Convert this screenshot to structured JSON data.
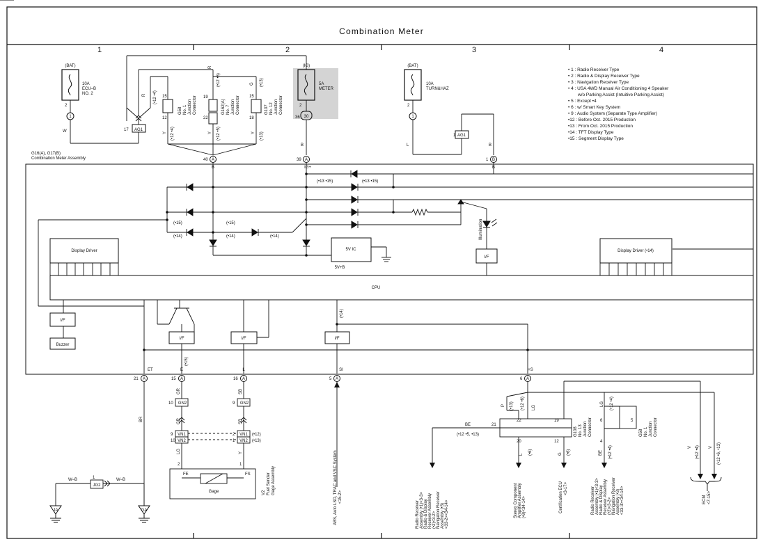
{
  "title": "Combination Meter",
  "columns": [
    "1",
    "2",
    "3",
    "4"
  ],
  "legend": [
    "• 1 : Radio Receiver Type",
    "• 2 : Radio & Display Receiver Type",
    "• 3 : Navigation Receiver Type",
    "• 4 : USA 4WD Manual Air Conditioning 4 Speaker",
    "w/o Parking Assist (Intuitive Parking Assist)",
    "• 5 : Except •4",
    "• 6 : w/ Smart Key System",
    "• 9 : Audio System (Separate Type Amplifier)",
    "•12 : Before Oct.  2015 Production",
    "•13 : From Oct.  2015 Production",
    "•14 : TFT Display Type",
    "•15 : Segment Display Type"
  ],
  "fuses": {
    "ecu_b": {
      "source": "(BAT)",
      "rating": "10A",
      "name1": "ECU–B",
      "name2": "NO. 2"
    },
    "meter": {
      "source": "(IG)",
      "rating": "5A",
      "name1": "METER"
    },
    "turn": {
      "source": "(BAT)",
      "rating": "10A",
      "name1": "TURN&HAZ"
    }
  },
  "assembly": {
    "line1": "G16(A), G17(B)",
    "line2": "Combination Meter Assembly"
  },
  "blocks": {
    "display_driver_left": "Display Driver",
    "display_driver_right": "Display Driver (•14)",
    "cpu": "CPU",
    "five_v_ic": "5V IC",
    "five_v_b": "5V+B",
    "if": "I/F",
    "buzzer": "Buzzer",
    "gage": "Gage",
    "illumination": "Illumination"
  },
  "junctions": {
    "g58": [
      "G58",
      "No. 1",
      "Junction",
      "Connector"
    ],
    "g162": [
      "G162(A)",
      "No. 7",
      "Junction",
      "Connector"
    ],
    "g107": [
      "G107",
      "No. 12",
      "Junction",
      "Connector"
    ],
    "g108": [
      "G108",
      "No. 13",
      "Junction",
      "Connector"
    ],
    "g58b": [
      "G58",
      "No. 1",
      "Junction",
      "Connector"
    ]
  },
  "pins": {
    "p40": "40",
    "p39": "39",
    "p1b": "1",
    "p21": "21",
    "p15": "15",
    "p16": "16",
    "p5": "5",
    "p6": "6",
    "pin_b": "B",
    "pin_igp": "IG+",
    "pin_et": "ET",
    "pin_e": "E",
    "pin_l": "L",
    "pin_si": "SI",
    "pin_plusS": "+S",
    "s_a": "A",
    "s_b": "B"
  },
  "connectors": {
    "ag1": "AG1",
    "gn2": "GN2",
    "vn1": "VN1",
    "vn2": "VN2",
    "jg2": "JG2",
    "one": "1",
    "thirty": "30"
  },
  "wires": {
    "r": "R",
    "g": "G",
    "y": "Y",
    "w": "W",
    "b": "B",
    "l": "L",
    "gr": "GR",
    "sb": "SB",
    "br": "BR",
    "lg": "LG",
    "be": "BE",
    "p": "P",
    "v": "V",
    "wb": "W–B"
  },
  "notes": {
    "n12_4": "(•12 •4)",
    "n12_5": "(•12 •5)",
    "n13": "(•13)",
    "n13_15": "(•13 •15)",
    "n15": "(•15)",
    "n14": "(•14)",
    "n12": "(•12)",
    "n6": "(•6)",
    "n12_6": "(•12 •6)",
    "n12_5_13": "(•12 •5, •13)",
    "n12_6_13": "(•12 •6, •13)"
  },
  "numbers": {
    "n2": "2",
    "n10": "10",
    "n9": "9",
    "n15": "15",
    "n12": "12",
    "n19": "19",
    "n22": "22",
    "n18": "18",
    "n17": "17",
    "n36": "36",
    "n5": "5",
    "n4": "4",
    "n20": "20",
    "n21": "21",
    "n6": "6",
    "n1": "1"
  },
  "fuel": {
    "fe": "FE",
    "fs": "FS",
    "label": [
      "V2",
      "Fuel Sender",
      "Gage Assembly"
    ]
  },
  "grounds": {
    "ja": "JA",
    "ga": "GA"
  },
  "dest": {
    "abs": [
      "ABS, Auto LSD, TRAC and VSC System",
      "<15-2>"
    ],
    "radio1": [
      "Radio Receiver",
      "Assembly (•1)<3-3>",
      "Radio & Display",
      "Receiver Assembly",
      "(•2)<3-2>",
      "Navigation Receiver",
      "Assembly (•3)",
      "<33-2><34-14>"
    ],
    "stereo": [
      "Stereo Component",
      "Amplifier Assembly",
      "(•9)<34-14>"
    ],
    "cert": [
      "Certification ECU",
      "<3-17>"
    ],
    "radio2": [
      "Radio Receiver",
      "Assembly (•1)<3-3>",
      "Radio & Display",
      "Receiver Assembly",
      "(•2)<3-2>",
      "Navigation Receiver",
      "Assembly (•3)",
      "<33-3><34-14>"
    ],
    "ecm": [
      "ECM",
      "<7-15>"
    ]
  }
}
